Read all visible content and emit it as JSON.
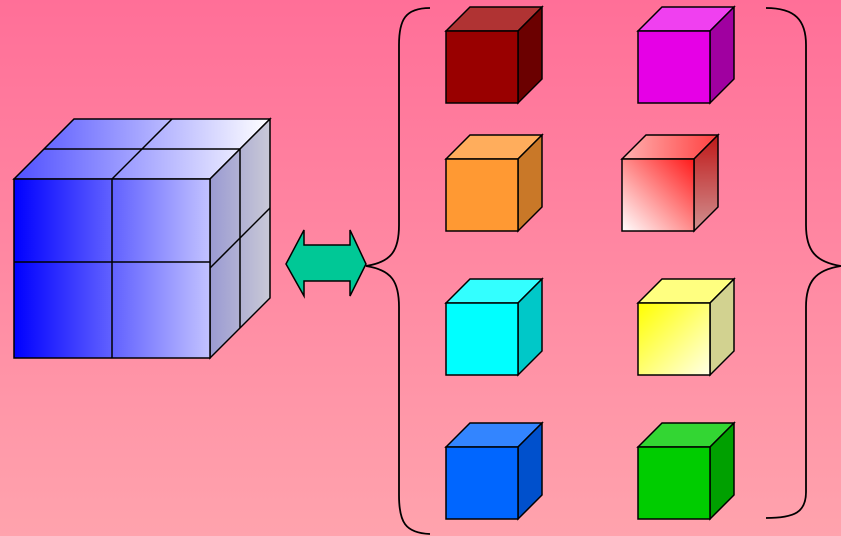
{
  "background": {
    "top": "#ff6f98",
    "bottom": "#ffa3ad"
  },
  "large_cube": {
    "name": "large-cube-2x2x2",
    "front": [
      "#0000ff",
      "#c2c2ff"
    ],
    "top": [
      "#5050ff",
      "#ffffff"
    ],
    "side": [
      "#9a9ad2",
      "#c9c9d6"
    ]
  },
  "arrow": {
    "type": "double-headed",
    "color": "#00c896"
  },
  "small_cubes": [
    {
      "name": "dark-red-cube",
      "front": "#990000",
      "top": "#b03333",
      "side": "#6b0000"
    },
    {
      "name": "magenta-cube",
      "front": "#e600e6",
      "top": "#f040f0",
      "side": "#a000a0"
    },
    {
      "name": "orange-cube",
      "front": "#ff9933",
      "top": "#ffad5c",
      "side": "#c97828"
    },
    {
      "name": "red-gradient-cube",
      "front": "#ff2a2a",
      "top": "#ff5050",
      "side": "#b32020",
      "gradient": true
    },
    {
      "name": "cyan-cube",
      "front": "#00ffff",
      "top": "#33ffff",
      "side": "#00c8c8"
    },
    {
      "name": "yellow-cube",
      "front": "#ffff33",
      "top": "#ffff80",
      "side": "#d2d290",
      "gradient": true
    },
    {
      "name": "blue-cube",
      "front": "#0066ff",
      "top": "#3385ff",
      "side": "#0050cc"
    },
    {
      "name": "green-cube",
      "front": "#00cc00",
      "top": "#33d633",
      "side": "#00a000"
    }
  ]
}
